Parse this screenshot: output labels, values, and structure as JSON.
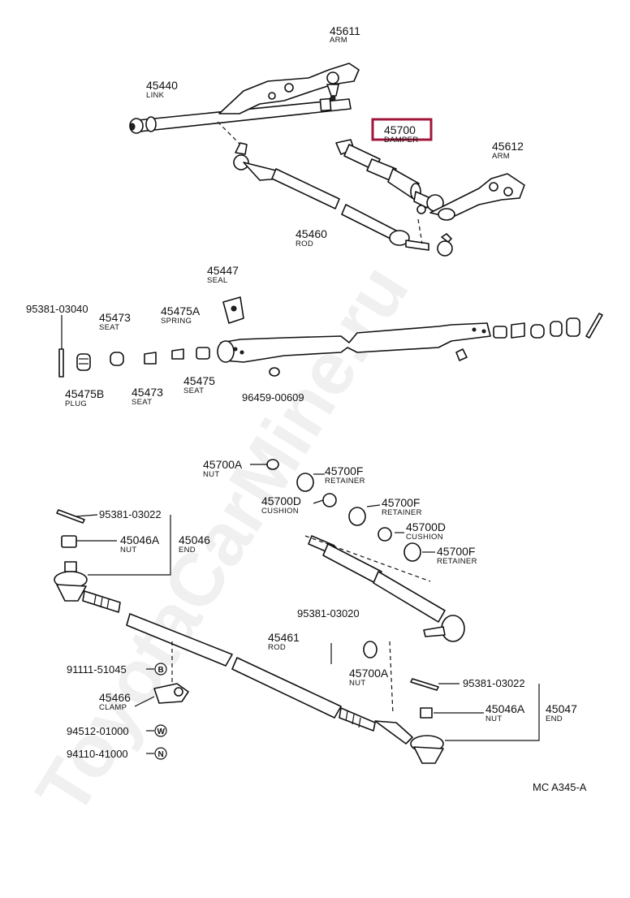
{
  "watermark": "ToyotaCarMine.ru",
  "figure_code": "MC A345-A",
  "highlight_color": "#a0163a",
  "parts": {
    "p45611": {
      "num": "45611",
      "name": "ARM"
    },
    "p45440": {
      "num": "45440",
      "name": "LINK"
    },
    "p45700": {
      "num": "45700",
      "name": "DAMPER"
    },
    "p45612": {
      "num": "45612",
      "name": "ARM"
    },
    "p45460": {
      "num": "45460",
      "name": "ROD"
    },
    "p45447": {
      "num": "45447",
      "name": "SEAL"
    },
    "p95381_03040": {
      "num": "95381-03040"
    },
    "p45473a": {
      "num": "45473",
      "name": "SEAT"
    },
    "p45475A": {
      "num": "45475A",
      "name": "SPRING"
    },
    "p45475B": {
      "num": "45475B",
      "name": "PLUG"
    },
    "p45473b": {
      "num": "45473",
      "name": "SEAT"
    },
    "p45475": {
      "num": "45475",
      "name": "SEAT"
    },
    "p96459_00609": {
      "num": "96459-00609"
    },
    "p45700A_top": {
      "num": "45700A",
      "name": "NUT"
    },
    "p45700F_1": {
      "num": "45700F",
      "name": "RETAINER"
    },
    "p45700D_1": {
      "num": "45700D",
      "name": "CUSHION"
    },
    "p45700F_2": {
      "num": "45700F",
      "name": "RETAINER"
    },
    "p45700D_2": {
      "num": "45700D",
      "name": "CUSHION"
    },
    "p45700F_3": {
      "num": "45700F",
      "name": "RETAINER"
    },
    "p95381_03022_left": {
      "num": "95381-03022"
    },
    "p45046A_left": {
      "num": "45046A",
      "name": "NUT"
    },
    "p45046": {
      "num": "45046",
      "name": "END"
    },
    "p95381_03020": {
      "num": "95381-03020"
    },
    "p45461": {
      "num": "45461",
      "name": "ROD"
    },
    "p91111_51045": {
      "num": "91111-51045",
      "badge": "B"
    },
    "p45700A_bottom": {
      "num": "45700A",
      "name": "NUT"
    },
    "p45466": {
      "num": "45466",
      "name": "CLAMP"
    },
    "p95381_03022_right": {
      "num": "95381-03022"
    },
    "p45046A_right": {
      "num": "45046A",
      "name": "NUT"
    },
    "p45047": {
      "num": "45047",
      "name": "END"
    },
    "p94512_01000": {
      "num": "94512-01000",
      "badge": "W"
    },
    "p94110_41000": {
      "num": "94110-41000",
      "badge": "N"
    }
  }
}
